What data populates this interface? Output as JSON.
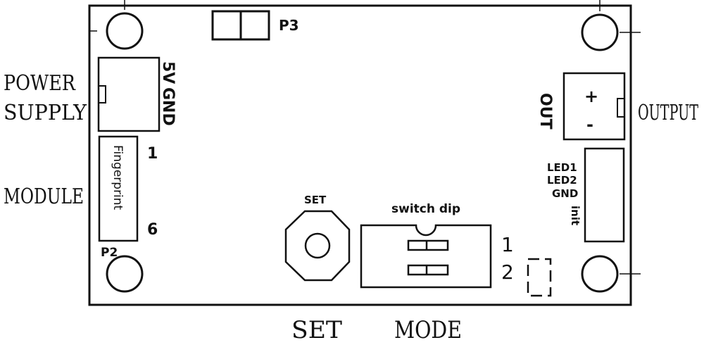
{
  "external_labels": {
    "power_supply_line1": "POWER",
    "power_supply_line2": "SUPPLY",
    "module": "MODULE",
    "output": "OUTPUT",
    "set": "SET",
    "mode": "MODE"
  },
  "board": {
    "p3": "P3",
    "p2": "P2",
    "power_connector": {
      "pin_5v": "5V",
      "pin_gnd": "GND"
    },
    "fingerprint_connector": {
      "label": "Fingerprint",
      "pin_first": "1",
      "pin_last": "6"
    },
    "out_connector": {
      "label": "OUT",
      "plus": "+",
      "minus": "-"
    },
    "led_connector": {
      "led1": "LED1",
      "led2": "LED2",
      "gnd": "GND",
      "init": "init"
    },
    "set_button": {
      "label": "SET"
    },
    "dip_switch": {
      "label": "switch dip",
      "pos1": "1",
      "pos2": "2"
    }
  },
  "colors": {
    "line": "#111111",
    "background": "#ffffff"
  }
}
